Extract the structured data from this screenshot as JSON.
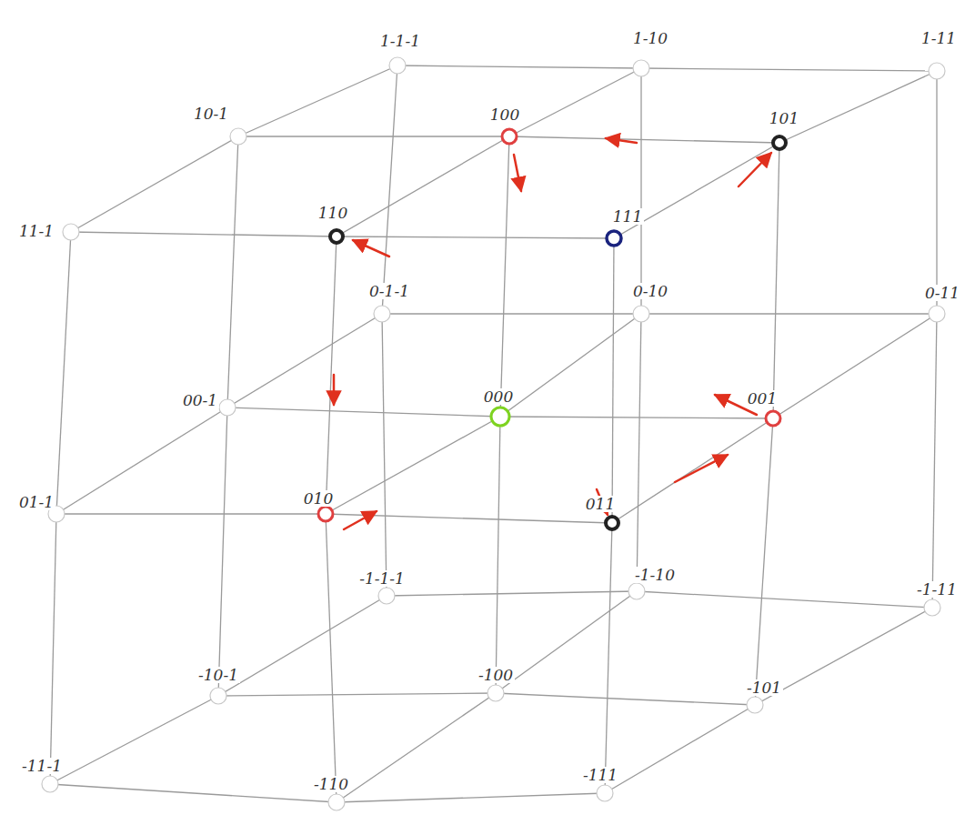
{
  "diagram": {
    "labels": [
      "1-1-1",
      "1-10",
      "1-11",
      "10-1",
      "100",
      "101",
      "11-1",
      "110",
      "111",
      "0-1-1",
      "0-10",
      "0-11",
      "00-1",
      "000",
      "001",
      "01-1",
      "010",
      "011",
      "-1-1-1",
      "-1-10",
      "-1-11",
      "-10-1",
      "-100",
      "-101",
      "-11-1",
      "-110",
      "-111"
    ]
  }
}
